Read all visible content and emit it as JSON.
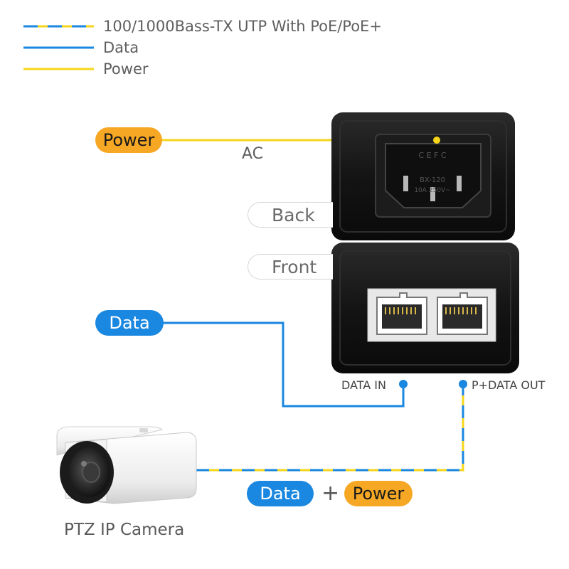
{
  "legend": [
    {
      "label": "100/1000Bass-TX UTP With PoE/PoE+",
      "style": "poe"
    },
    {
      "label": "Data",
      "style": "data"
    },
    {
      "label": "Power",
      "style": "power"
    }
  ],
  "labels": {
    "power_pill": "Power",
    "ac": "AC",
    "back": "Back",
    "front": "Front",
    "data_pill": "Data",
    "data_in": "DATA IN",
    "pdata_out": "P+DATA OUT",
    "bottom_data": "Data",
    "plus": "+",
    "bottom_power": "Power",
    "camera": "PTZ IP Camera"
  },
  "colors": {
    "data": "#1a87e0",
    "power": "#f6d51a",
    "pill_orange": "#f6a723",
    "device": "#151515"
  },
  "icons": [
    "ac-socket-icon",
    "rj45-port-icon",
    "ip-camera-icon"
  ]
}
